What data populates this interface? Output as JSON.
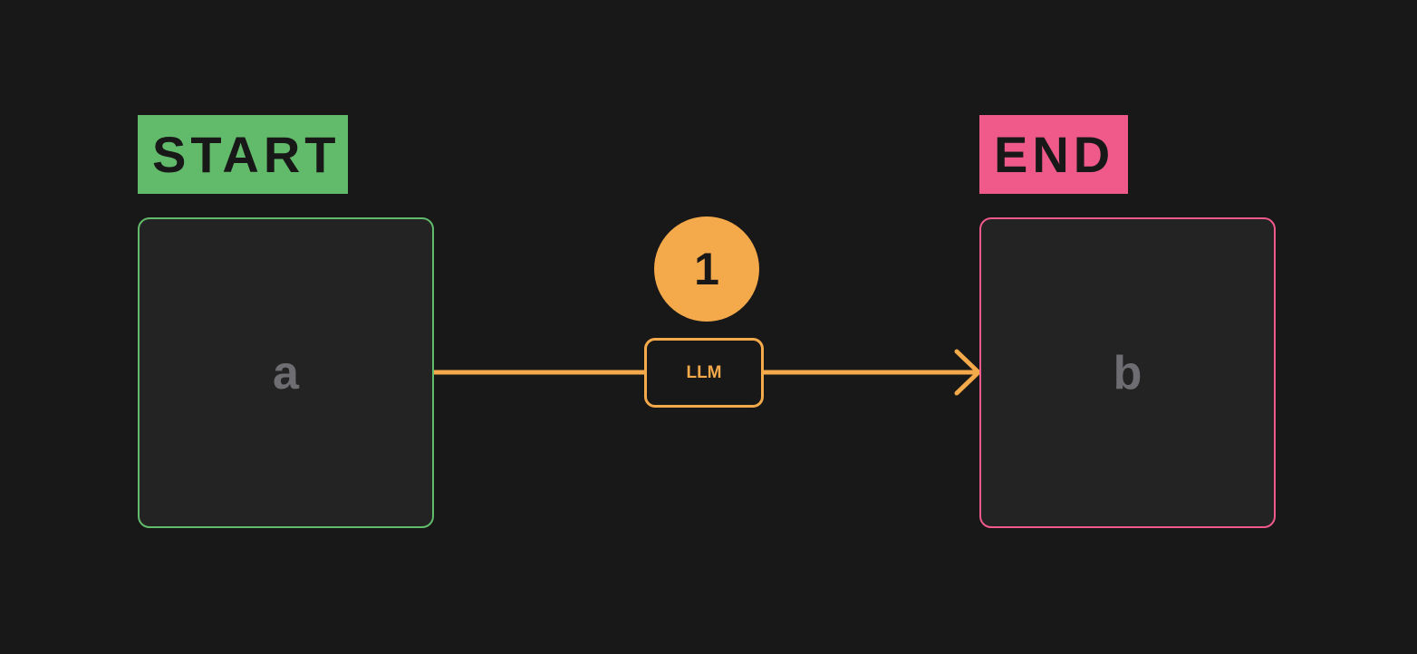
{
  "colors": {
    "background": "#181818",
    "start": "#62ba6b",
    "end": "#ef5a8b",
    "edge": "#f4a94a",
    "node_fill": "#232323",
    "node_text": "#6e6e72"
  },
  "start_tag": {
    "label": "START"
  },
  "end_tag": {
    "label": "END"
  },
  "nodes": [
    {
      "id": "a",
      "label": "a"
    },
    {
      "id": "b",
      "label": "b"
    }
  ],
  "edge": {
    "from": "a",
    "to": "b",
    "label": "LLM",
    "step": "1"
  }
}
